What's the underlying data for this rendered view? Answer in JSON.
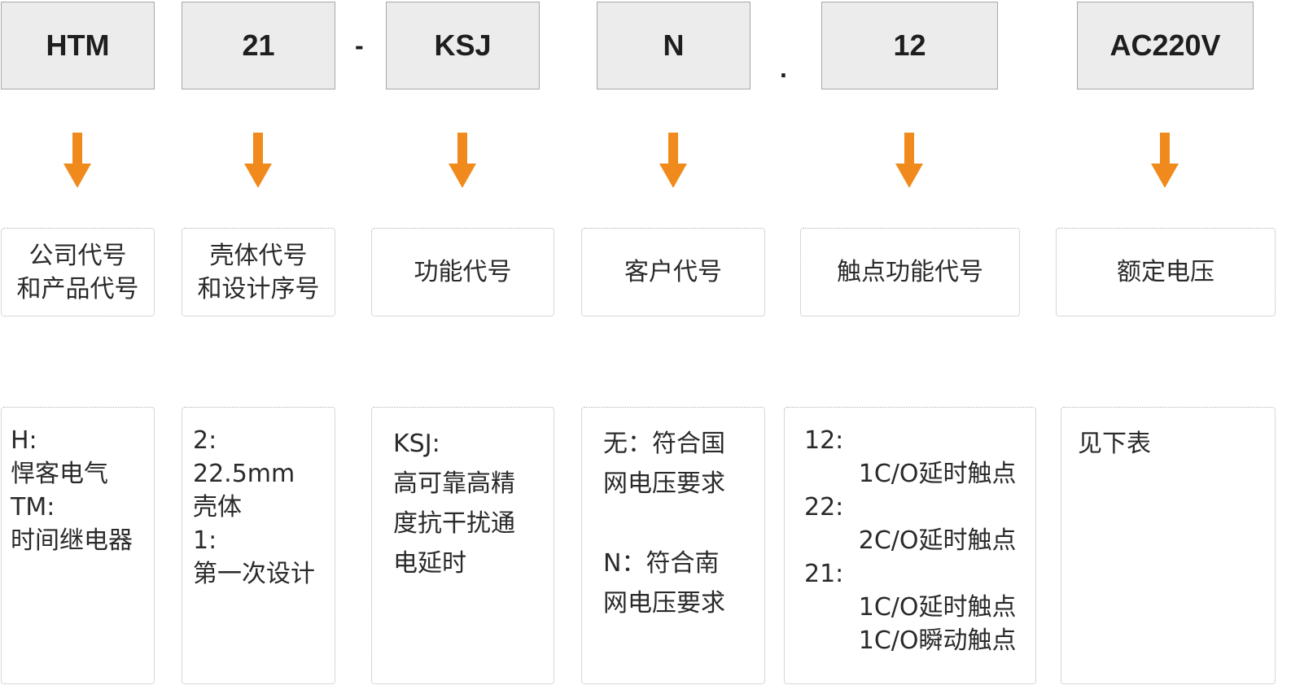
{
  "codes": [
    "HTM",
    "21",
    "KSJ",
    "N",
    "12",
    "AC220V"
  ],
  "separators": [
    "-",
    "."
  ],
  "arrow_color": "#f08a1c",
  "labels": [
    "公司代号\n和产品代号",
    "壳体代号\n和设计序号",
    "功能代号",
    "客户代号",
    "触点功能代号",
    "额定电压"
  ],
  "descriptions": [
    "H:\n悍客电气\nTM:\n时间继电器",
    "2:\n22.5mm\n壳体\n1:\n第一次设计",
    "KSJ:\n高可靠高精\n度抗干扰通\n电延时",
    "无：符合国\n网电压要求\n\nN：符合南\n网电压要求",
    "12:\n       1C/O延时触点\n22:\n       2C/O延时触点\n21:\n       1C/O延时触点\n       1C/O瞬动触点",
    "见下表"
  ]
}
